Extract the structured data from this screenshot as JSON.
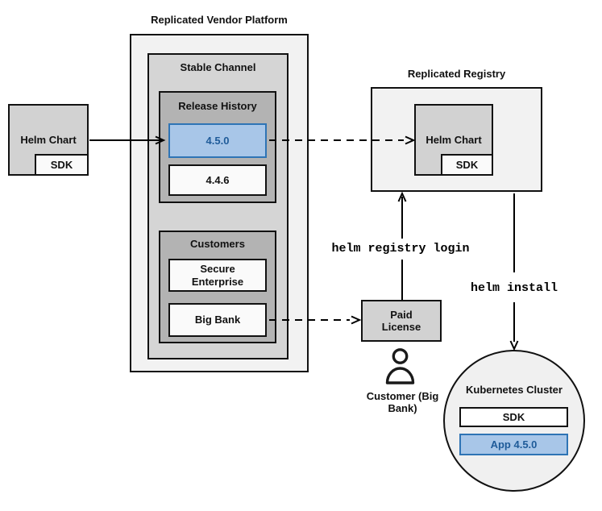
{
  "platform": {
    "title": "Replicated Vendor Platform",
    "stable_channel": {
      "label": "Stable Channel",
      "release_history": {
        "label": "Release History",
        "releases": [
          {
            "version": "4.5.0",
            "highlighted": true
          },
          {
            "version": "4.4.6",
            "highlighted": false
          }
        ]
      },
      "customers": {
        "label": "Customers",
        "items": [
          {
            "name": "Secure Enterprise"
          },
          {
            "name": "Big Bank"
          }
        ]
      }
    }
  },
  "vendor_chart": {
    "label": "Helm Chart",
    "sdk_label": "SDK"
  },
  "registry": {
    "title": "Replicated Registry",
    "chart": {
      "label": "Helm Chart",
      "sdk_label": "SDK"
    }
  },
  "paid_license": {
    "label": "Paid License"
  },
  "customer": {
    "caption": "Customer (Big Bank)"
  },
  "cluster": {
    "title": "Kubernetes Cluster",
    "sdk_label": "SDK",
    "app_label": "App 4.5.0"
  },
  "commands": {
    "registry_login": "helm registry login",
    "install": "helm install"
  },
  "colors": {
    "container_fill": "#f2f2f2",
    "channel_fill": "#d5d5d5",
    "panel_fill": "#b3b3b3",
    "chart_fill": "#d2d2d2",
    "item_fill": "#fafafa",
    "circle_fill": "#f0f0f0",
    "highlight_fill": "#a8c6e8",
    "highlight_border": "#2e74b5",
    "highlight_text": "#1f5b99",
    "line": "#000000"
  }
}
